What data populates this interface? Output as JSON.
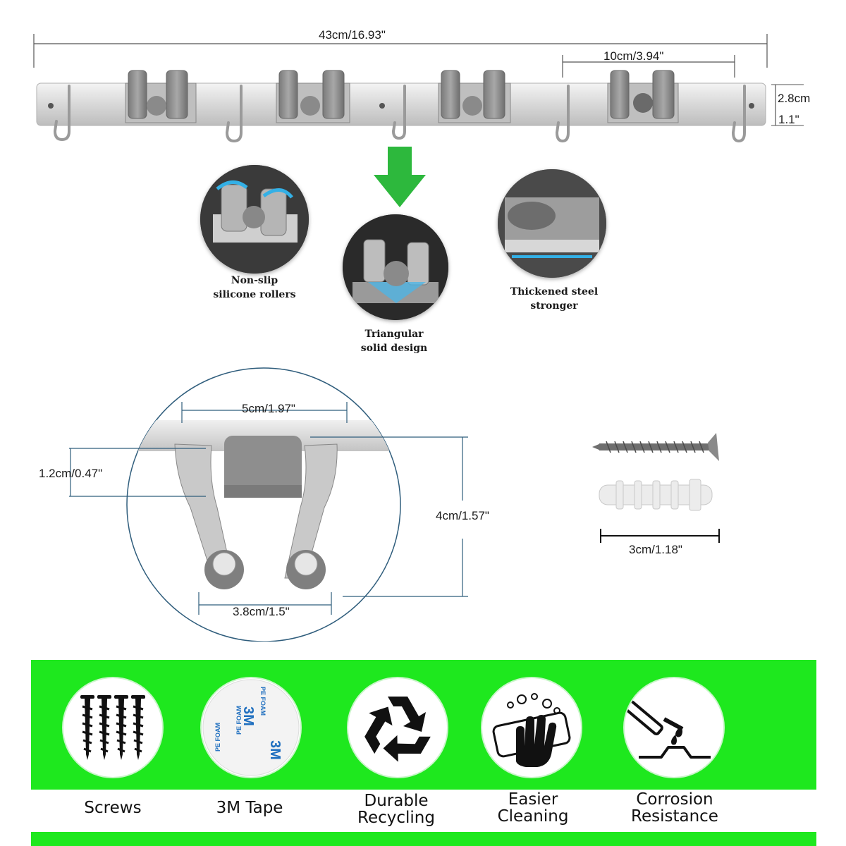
{
  "dimensions": {
    "total_length": "43cm/16.93\"",
    "clip_spacing": "10cm/3.94\"",
    "height_cm": "2.8cm",
    "height_in": "1.1\"",
    "roller_width": "5cm/1.97\"",
    "roller_gap": "1.2cm/0.47\"",
    "clip_height": "4cm/1.57\"",
    "clip_base": "3.8cm/1.5\"",
    "anchor_length": "3cm/1.18\""
  },
  "features": [
    {
      "line1": "Non-slip",
      "line2": "silicone rollers",
      "icon": "roller-closeup-icon"
    },
    {
      "line1": "Triangular",
      "line2": "solid design",
      "icon": "triangle-clip-icon"
    },
    {
      "line1": "Thickened steel",
      "line2": "stronger",
      "icon": "steel-plate-icon"
    }
  ],
  "benefits": [
    {
      "line1": "Screws",
      "line2": "",
      "icon": "screws-icon"
    },
    {
      "line1": "3M Tape",
      "line2": "",
      "icon": "tape-roll-icon"
    },
    {
      "line1": "Durable",
      "line2": "Recycling",
      "icon": "recycle-icon"
    },
    {
      "line1": "Easier",
      "line2": "Cleaning",
      "icon": "hand-wash-icon"
    },
    {
      "line1": "Corrosion",
      "line2": "Resistance",
      "icon": "chemical-drop-icon"
    }
  ],
  "tape_text": {
    "brand": "3M",
    "material": "PE FOAM"
  },
  "colors": {
    "band": "#1ee81e",
    "arrow": "#2db83d",
    "steel": "#d9d9d9",
    "rubber": "#8c8c8c"
  }
}
